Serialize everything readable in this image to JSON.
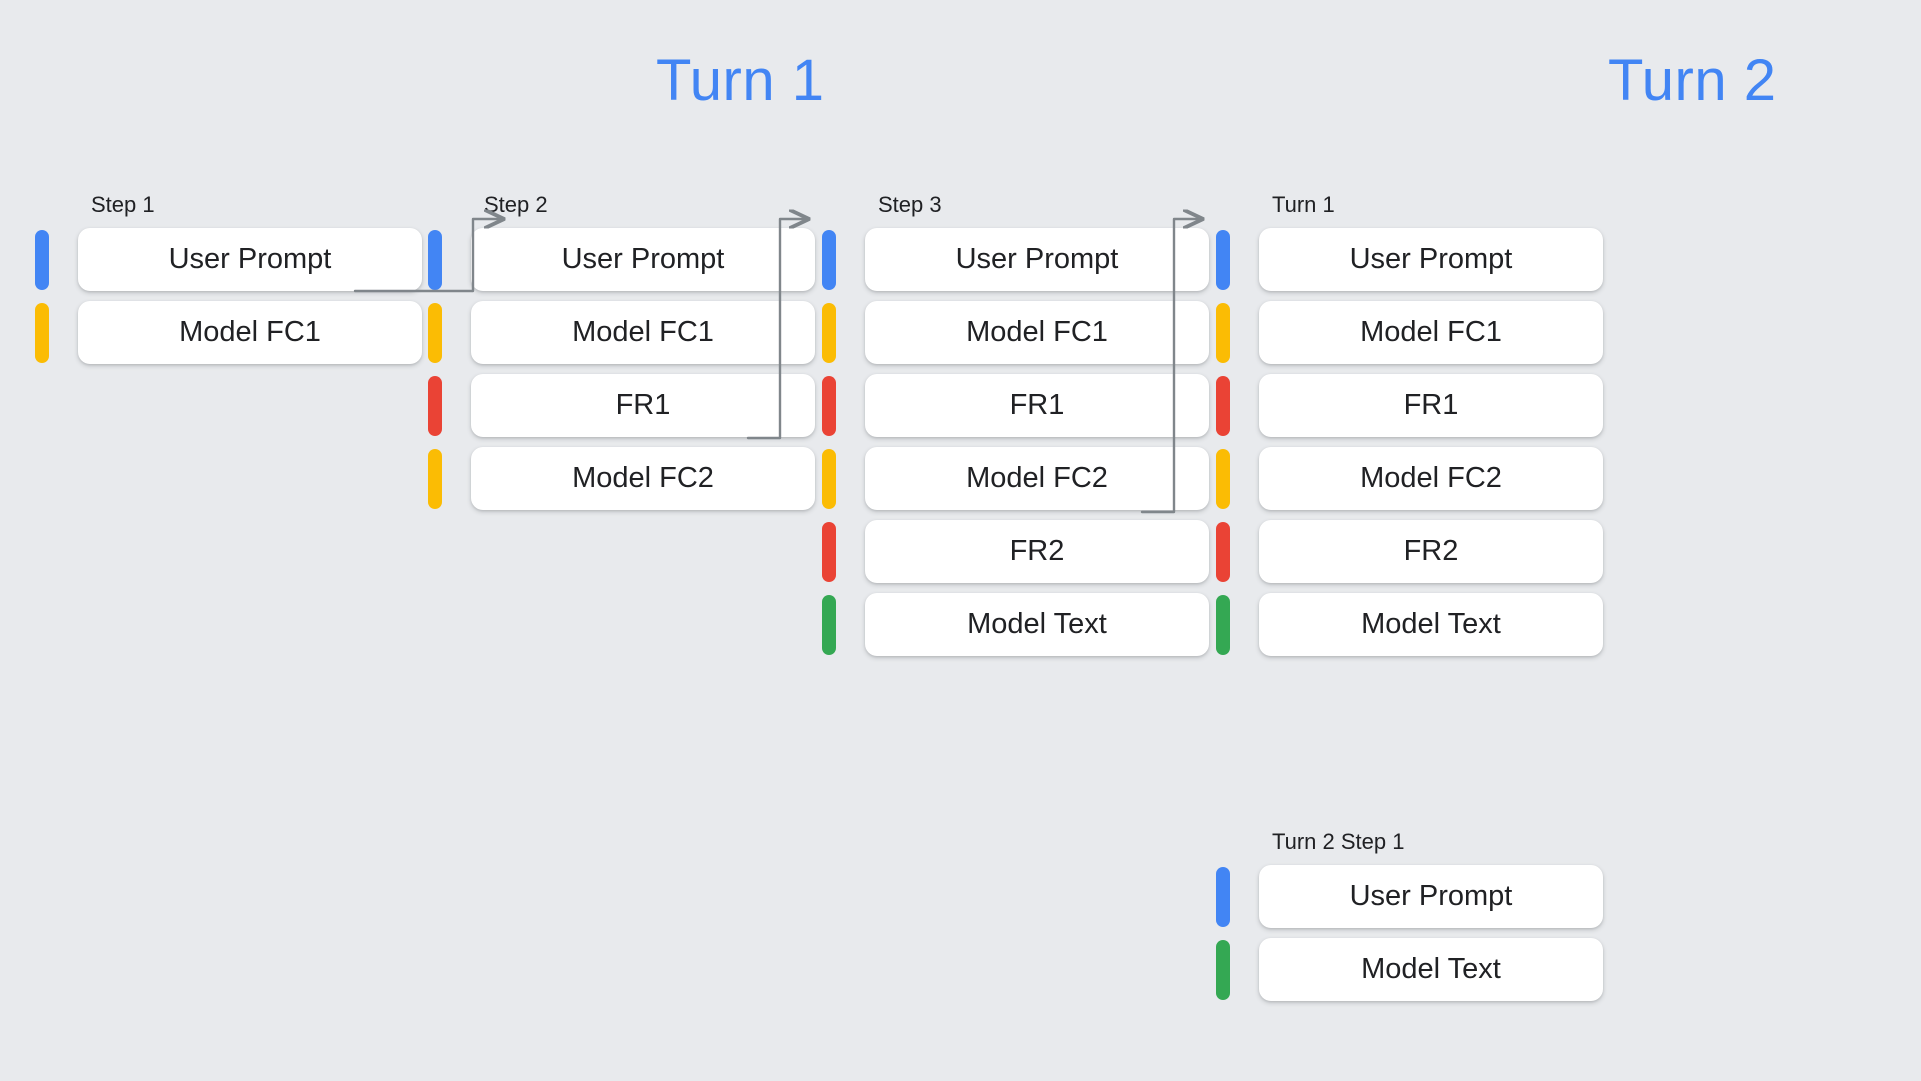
{
  "diagram": {
    "background_color": "#E8EAED",
    "accent_color": "#4285F4",
    "headings": [
      {
        "id": "turn-1",
        "text": "Turn 1"
      },
      {
        "id": "turn-2",
        "text": "Turn 2"
      }
    ],
    "legend_colors": {
      "user_prompt": "#4285F4",
      "model_function_call": "#FBBC04",
      "function_response": "#EA4335",
      "model_text": "#34A853"
    },
    "columns": [
      {
        "id": "step-1",
        "label": "Step 1",
        "rows": [
          {
            "label": "User Prompt",
            "color": "blue"
          },
          {
            "label": "Model FC1",
            "color": "yellow"
          }
        ]
      },
      {
        "id": "step-2",
        "label": "Step 2",
        "rows": [
          {
            "label": "User Prompt",
            "color": "blue"
          },
          {
            "label": "Model FC1",
            "color": "yellow"
          },
          {
            "label": "FR1",
            "color": "red"
          },
          {
            "label": "Model FC2",
            "color": "yellow"
          }
        ]
      },
      {
        "id": "step-3",
        "label": "Step 3",
        "rows": [
          {
            "label": "User Prompt",
            "color": "blue"
          },
          {
            "label": "Model FC1",
            "color": "yellow"
          },
          {
            "label": "FR1",
            "color": "red"
          },
          {
            "label": "Model FC2",
            "color": "yellow"
          },
          {
            "label": "FR2",
            "color": "red"
          },
          {
            "label": "Model Text",
            "color": "green"
          }
        ]
      },
      {
        "id": "turn-1-history",
        "label": "Turn 1",
        "rows": [
          {
            "label": "User Prompt",
            "color": "blue"
          },
          {
            "label": "Model FC1",
            "color": "yellow"
          },
          {
            "label": "FR1",
            "color": "red"
          },
          {
            "label": "Model FC2",
            "color": "yellow"
          },
          {
            "label": "FR2",
            "color": "red"
          },
          {
            "label": "Model Text",
            "color": "green"
          }
        ]
      },
      {
        "id": "turn-2-step-1",
        "label": "Turn 2 Step 1",
        "rows": [
          {
            "label": "User Prompt",
            "color": "blue"
          },
          {
            "label": "Model Text",
            "color": "green"
          }
        ]
      }
    ],
    "connectors": [
      {
        "id": "connector-step1-to-step2",
        "from": "step-1.Model FC1",
        "to": "step-2.User Prompt"
      },
      {
        "id": "connector-step2-to-step3",
        "from": "step-2.Model FC2",
        "to": "step-3.User Prompt"
      },
      {
        "id": "connector-step3-to-turn1",
        "from": "step-3.FR2",
        "to": "turn-1-history.User Prompt"
      }
    ]
  }
}
